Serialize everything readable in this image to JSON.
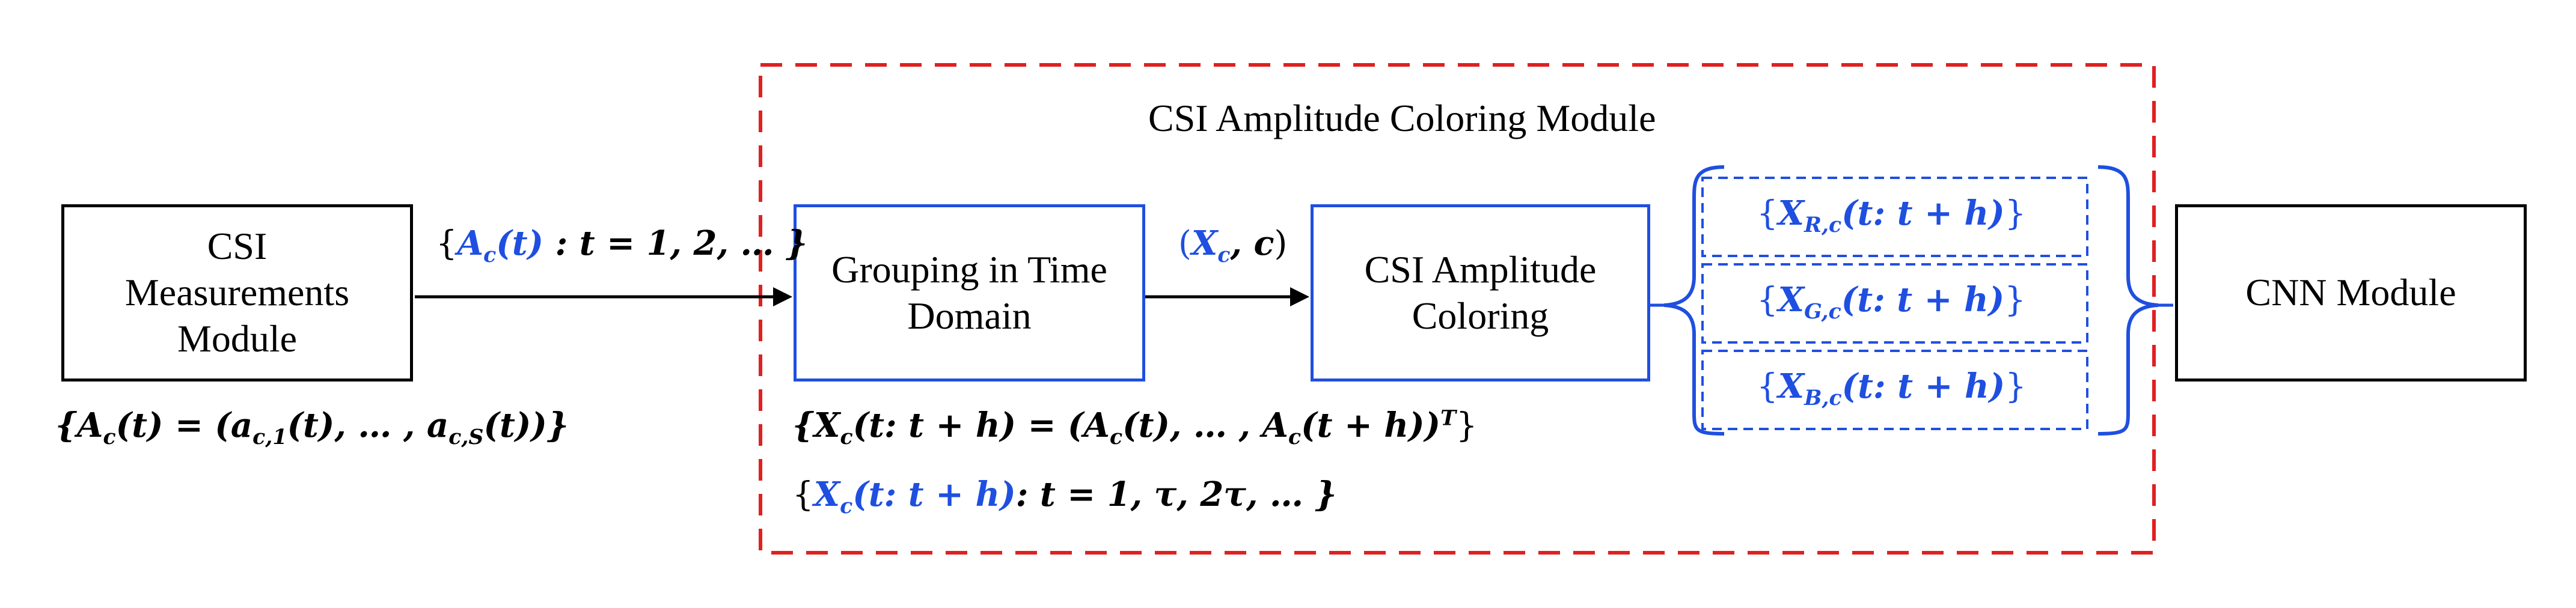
{
  "colors": {
    "accent_blue": "#1f4fe0",
    "dashed_red": "#e02020",
    "black": "#000000"
  },
  "module_title": "CSI Amplitude Coloring Module",
  "boxes": {
    "csi_measurements": "CSI\nMeasurements\nModule",
    "grouping": "Grouping in Time\nDomain",
    "amplitude_coloring": "CSI Amplitude\nColoring",
    "cnn": "CNN Module"
  },
  "math": {
    "ac_open": "{",
    "ac_var": "A",
    "ac_sub": "c",
    "ac_arg": "(t)",
    "ac_rest": " : t = 1, 2, … }",
    "a_def": "{A",
    "a_def_sub": "c",
    "a_def_rest": "(t) = (a",
    "a_def_sub2": "c,1",
    "a_def_mid": "(t), … , a",
    "a_def_sub3": "c,S",
    "a_def_end": "(t))}",
    "xc_pair_open": "(",
    "xc_var": "X",
    "xc_sub": "c",
    "xc_rest": ", c",
    "xc_pair_close": ")",
    "x_def_open": "{X",
    "x_def_sub": "c",
    "x_def_rest": "(t: t + h) = (A",
    "x_def_sub2": "c",
    "x_def_mid": "(t), … , A",
    "x_def_sub3": "c",
    "x_def_end": "(t + h))",
    "x_def_sup": "T",
    "x_def_close": "}",
    "x_set_open": "{",
    "x_set_var": "X",
    "x_set_sub": "c",
    "x_set_arg": "(t: t + h)",
    "x_set_rest": ": t = 1, τ, 2τ, … }",
    "xr_var": "X",
    "xr_sub": "R,c",
    "xr_arg": "(t: t + h)",
    "xg_var": "X",
    "xg_sub": "G,c",
    "xg_arg": "(t: t + h)",
    "xb_var": "X",
    "xb_sub": "B,c",
    "xb_arg": "(t: t + h)",
    "brace_open": "{",
    "brace_close": "}"
  }
}
